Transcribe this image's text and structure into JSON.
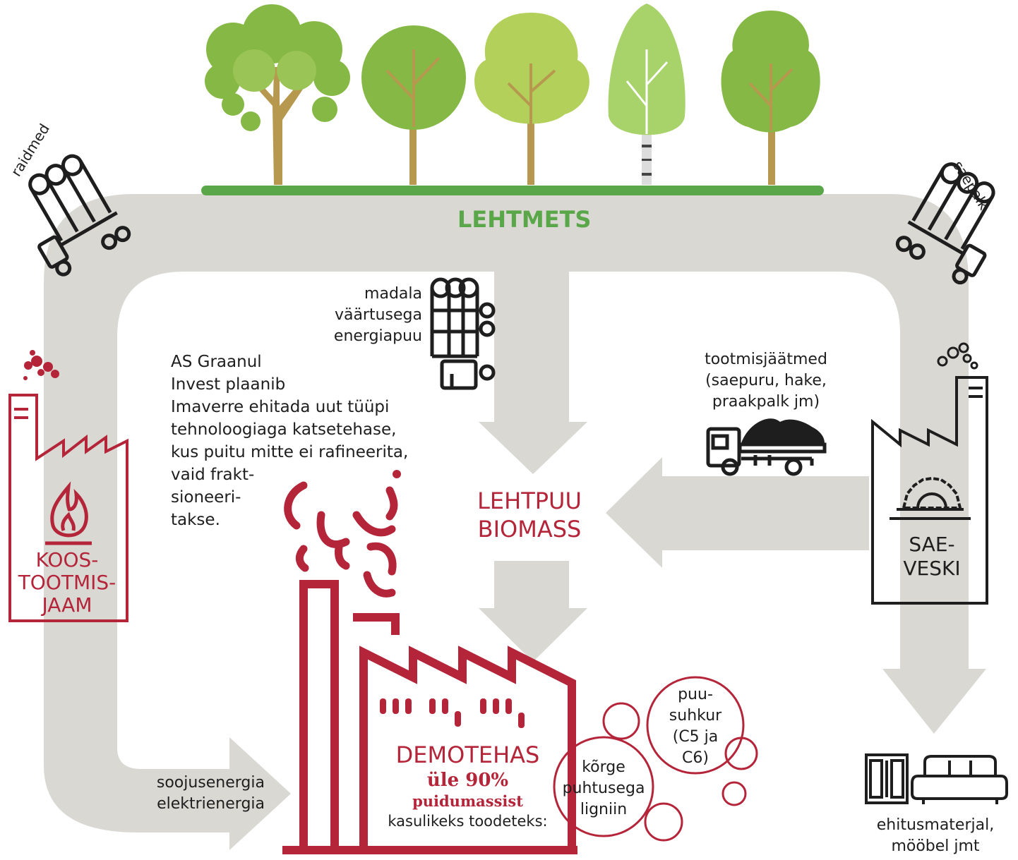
{
  "forest": {
    "label": "LEHTMETS"
  },
  "trucks": {
    "left_label": "raidmed",
    "right_label": "saepalk"
  },
  "energy_wood": {
    "lines": [
      "madala",
      "väärtusega",
      "energiapuu"
    ]
  },
  "residues": {
    "lines": [
      "tootmisjäätmed",
      "(saepuru, hake,",
      "praakpalk jm)"
    ]
  },
  "plan_text": {
    "lines": [
      "AS Graanul",
      "Invest plaanib",
      "Imaverre ehitada uut tüüpi",
      "tehnoloogiaga katsetehase,",
      "kus puitu mitte ei rafineerita,",
      "vaid frakt-",
      "sioneeri-",
      "takse."
    ]
  },
  "biomass": {
    "lines": [
      "LEHTPUU",
      "BIOMASS"
    ]
  },
  "chp": {
    "lines": [
      "KOOS-",
      "TOOTMIS-",
      "JAAM"
    ]
  },
  "sawmill": {
    "lines": [
      "SAE-",
      "VESKI"
    ]
  },
  "energy_out": {
    "lines": [
      "soojusenergia",
      "elektrienergia"
    ]
  },
  "demo": {
    "title": "DEMOTEHAS",
    "line1": "üle 90%",
    "line2": "puidumassist",
    "line3": "kasulikeks toodeteks:"
  },
  "products": {
    "lignin": [
      "kõrge",
      "puhtusega",
      "ligniin"
    ],
    "sugar": [
      "puu-",
      "suhkur",
      "(C5 ja",
      "C6)"
    ],
    "materials": [
      "ehitusmaterjal,",
      "mööbel jmt"
    ]
  },
  "colors": {
    "arrow": "#d9d8d3",
    "red": "#b5253a",
    "green": "#5aa74a",
    "ink": "#1e1e1e"
  },
  "icons": [
    "tree-icon",
    "log-truck-icon",
    "chip-truck-icon",
    "factory-icon",
    "flame-icon",
    "saw-blade-icon",
    "cabinet-icon",
    "sofa-icon"
  ]
}
